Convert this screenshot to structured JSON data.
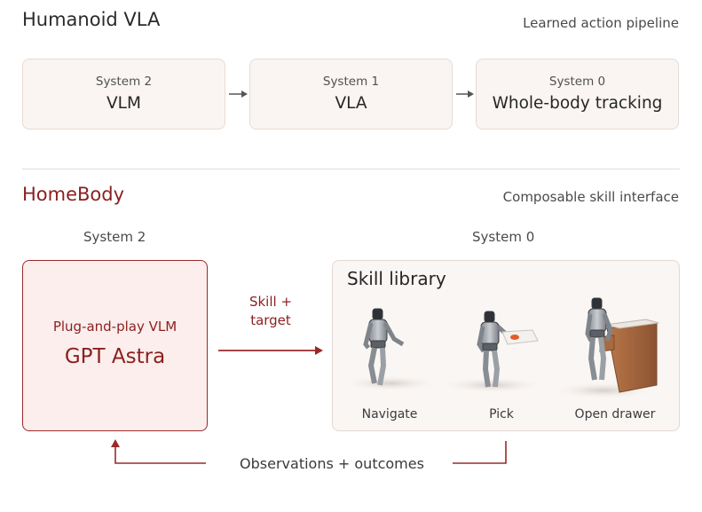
{
  "top": {
    "title": "Humanoid VLA",
    "subtitle": "Learned action pipeline",
    "systems": [
      {
        "label": "System 2",
        "name": "VLM"
      },
      {
        "label": "System 1",
        "name": "VLA"
      },
      {
        "label": "System 0",
        "name": "Whole-body tracking"
      }
    ]
  },
  "bottom": {
    "title": "HomeBody",
    "subtitle": "Composable skill interface",
    "left_column_label": "System 2",
    "right_column_label": "System 0",
    "vlm_box": {
      "tagline": "Plug-and-play VLM",
      "name": "GPT Astra"
    },
    "arrow_label_line1": "Skill +",
    "arrow_label_line2": "target",
    "library": {
      "title": "Skill library",
      "skills": [
        "Navigate",
        "Pick",
        "Open drawer"
      ]
    },
    "feedback_label": "Observations + outcomes"
  },
  "colors": {
    "accent": "#8b1f1f",
    "box_fill": "#faf5f2",
    "vlm_fill": "#fbeeec",
    "gray_arrow": "#555555"
  },
  "icons": [
    "arrow-right-icon",
    "robot-navigate-figure",
    "robot-pick-figure",
    "robot-open-drawer-figure"
  ]
}
